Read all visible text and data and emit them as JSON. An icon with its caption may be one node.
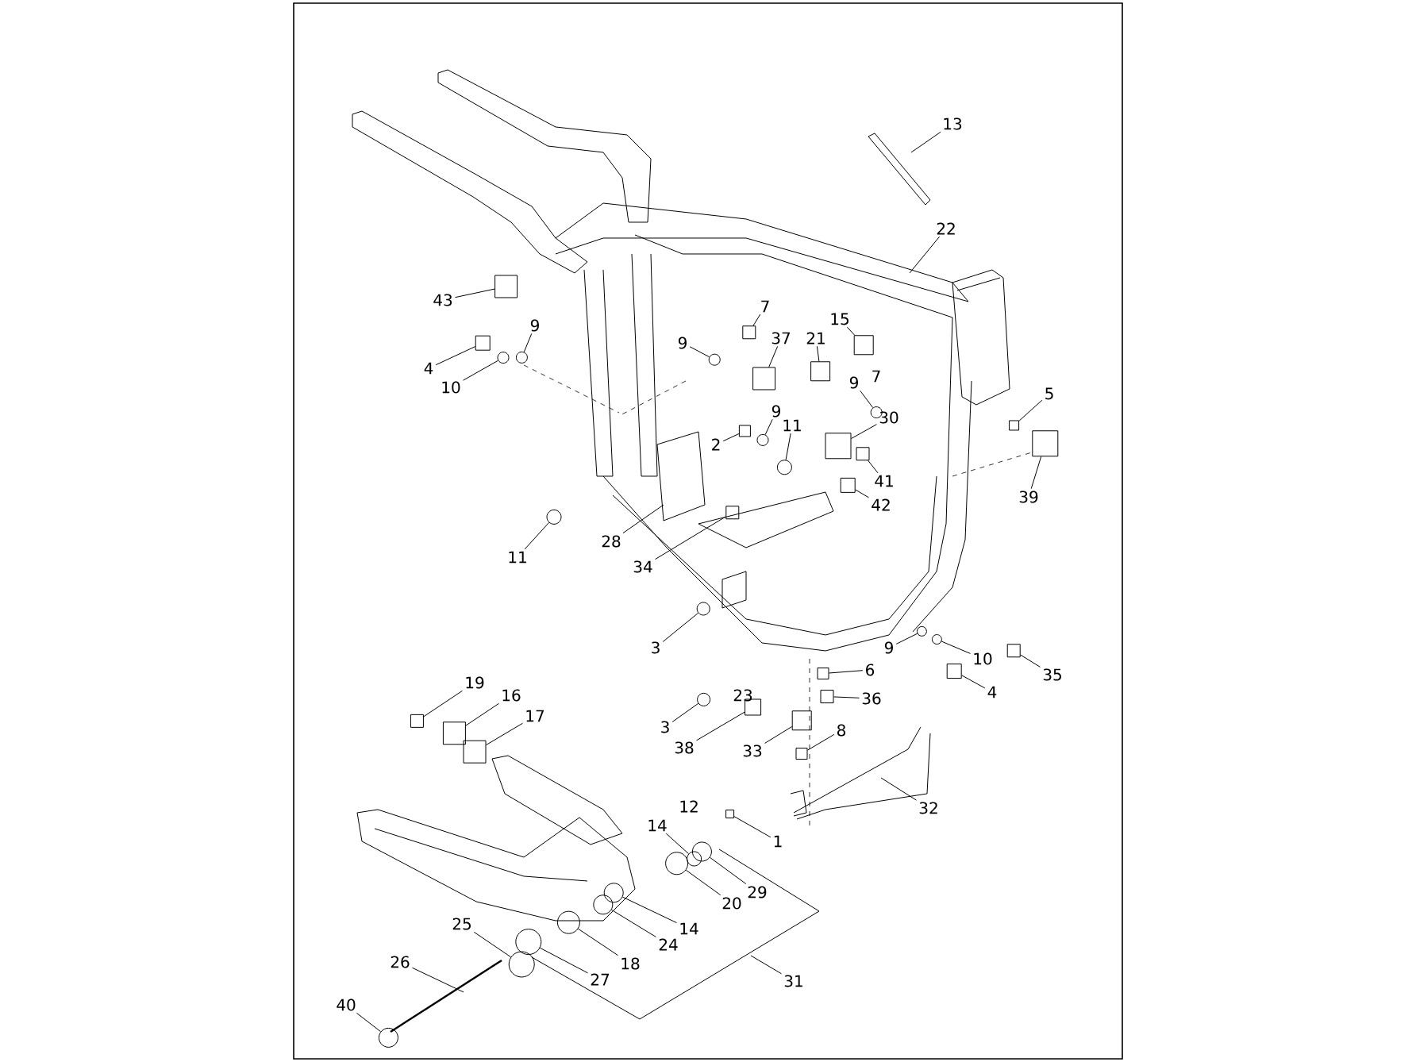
{
  "diagram": {
    "nodes": [
      {
        "text": [
          "13"
        ]
      },
      {
        "text": [
          "22"
        ]
      },
      {
        "text": [
          "43"
        ]
      },
      {
        "text": [
          "9"
        ]
      },
      {
        "text": [
          "7"
        ]
      },
      {
        "text": [
          "15"
        ]
      },
      {
        "text": [
          "37"
        ]
      },
      {
        "text": [
          "21"
        ]
      },
      {
        "text": [
          "4"
        ]
      },
      {
        "text": [
          "9"
        ]
      },
      {
        "text": [
          "7"
        ]
      },
      {
        "text": [
          "9"
        ]
      },
      {
        "text": [
          "10"
        ]
      },
      {
        "text": [
          "5"
        ]
      },
      {
        "text": [
          "9"
        ]
      },
      {
        "text": [
          "30"
        ]
      },
      {
        "text": [
          "11"
        ]
      },
      {
        "text": [
          "2"
        ]
      },
      {
        "text": [
          "41"
        ]
      },
      {
        "text": [
          "39"
        ]
      },
      {
        "text": [
          "42"
        ]
      },
      {
        "text": [
          "28"
        ]
      },
      {
        "text": [
          "11"
        ]
      },
      {
        "text": [
          "34"
        ]
      },
      {
        "text": [
          "3"
        ]
      },
      {
        "text": [
          "9"
        ]
      },
      {
        "text": [
          "10"
        ]
      },
      {
        "text": [
          "6"
        ]
      },
      {
        "text": [
          "35"
        ]
      },
      {
        "text": [
          "4"
        ]
      },
      {
        "text": [
          "19"
        ]
      },
      {
        "text": [
          "23"
        ]
      },
      {
        "text": [
          "16"
        ]
      },
      {
        "text": [
          "36"
        ]
      },
      {
        "text": [
          "3"
        ]
      },
      {
        "text": [
          "17"
        ]
      },
      {
        "text": [
          "8"
        ]
      },
      {
        "text": [
          "38"
        ]
      },
      {
        "text": [
          "33"
        ]
      },
      {
        "text": [
          "12"
        ]
      },
      {
        "text": [
          "32"
        ]
      },
      {
        "text": [
          "14"
        ]
      },
      {
        "text": [
          "1"
        ]
      },
      {
        "text": [
          "29"
        ]
      },
      {
        "text": [
          "20"
        ]
      },
      {
        "text": [
          "14"
        ]
      },
      {
        "text": [
          "24"
        ]
      },
      {
        "text": [
          "18"
        ]
      },
      {
        "text": [
          "25"
        ]
      },
      {
        "text": [
          "27"
        ]
      },
      {
        "text": [
          "26"
        ]
      },
      {
        "text": [
          "31"
        ]
      },
      {
        "text": [
          "40"
        ]
      },
      {
        "text": [],
        "shape": "box"
      },
      {
        "text": [],
        "shape": "circle"
      },
      {
        "text": [],
        "shape": "box"
      },
      {
        "text": [],
        "shape": "box"
      },
      {
        "text": [],
        "shape": "box"
      },
      {
        "text": [],
        "shape": "box"
      },
      {
        "text": [],
        "shape": "box"
      },
      {
        "text": [],
        "shape": "circle"
      },
      {
        "text": [],
        "shape": "circle"
      },
      {
        "text": [],
        "shape": "circle"
      },
      {
        "text": [],
        "shape": "box"
      },
      {
        "text": [],
        "shape": "circle"
      },
      {
        "text": [],
        "shape": "box"
      },
      {
        "text": [],
        "shape": "circle"
      },
      {
        "text": [],
        "shape": "box"
      },
      {
        "text": [],
        "shape": "box"
      },
      {
        "text": [],
        "shape": "box"
      },
      {
        "text": [],
        "shape": "box"
      },
      {
        "text": [],
        "shape": "circle"
      },
      {
        "text": [],
        "shape": "box"
      },
      {
        "text": [],
        "shape": "circle"
      },
      {
        "text": [],
        "shape": "circle"
      },
      {
        "text": [],
        "shape": "circle"
      },
      {
        "text": [],
        "shape": "box"
      },
      {
        "text": [],
        "shape": "box"
      },
      {
        "text": [],
        "shape": "box"
      },
      {
        "text": [],
        "shape": "box"
      },
      {
        "text": [],
        "shape": "box"
      },
      {
        "text": [],
        "shape": "box"
      },
      {
        "text": [],
        "shape": "circle"
      },
      {
        "text": [],
        "shape": "box"
      },
      {
        "text": [],
        "shape": "box"
      },
      {
        "text": [],
        "shape": "box"
      },
      {
        "text": [],
        "shape": "box"
      },
      {
        "text": [],
        "shape": "circle"
      },
      {
        "text": [],
        "shape": "box"
      },
      {
        "text": [],
        "shape": "circle"
      },
      {
        "text": [],
        "shape": "circle"
      },
      {
        "text": [],
        "shape": "circle"
      },
      {
        "text": [],
        "shape": "circle"
      },
      {
        "text": [],
        "shape": "circle"
      },
      {
        "text": [],
        "shape": "circle"
      },
      {
        "text": [],
        "shape": "circle"
      },
      {
        "text": [],
        "shape": "circle"
      }
    ],
    "edges": [
      {
        "from": 0,
        "to": null,
        "arrow": "none"
      },
      {
        "from": 1,
        "to": null,
        "arrow": "none"
      },
      {
        "from": 2,
        "to": 53,
        "arrow": "none"
      },
      {
        "from": 3,
        "to": 54,
        "arrow": "none"
      },
      {
        "from": 4,
        "to": 55,
        "arrow": "none"
      },
      {
        "from": 5,
        "to": 56,
        "arrow": "none"
      },
      {
        "from": 6,
        "to": 57,
        "arrow": "none"
      },
      {
        "from": 7,
        "to": 58,
        "arrow": "none"
      },
      {
        "from": 8,
        "to": 59,
        "arrow": "none"
      },
      {
        "from": 9,
        "to": 60,
        "arrow": "none"
      },
      {
        "from": 11,
        "to": 61,
        "arrow": "none"
      },
      {
        "from": 12,
        "to": 62,
        "arrow": "none"
      },
      {
        "from": 13,
        "to": 63,
        "arrow": "none"
      },
      {
        "from": 14,
        "to": 64,
        "arrow": "none"
      },
      {
        "from": 15,
        "to": 65,
        "arrow": "none"
      },
      {
        "from": 16,
        "to": 66,
        "arrow": "none"
      },
      {
        "from": 17,
        "to": 67,
        "arrow": "none"
      },
      {
        "from": 18,
        "to": 68,
        "arrow": "none"
      },
      {
        "from": 19,
        "to": 69,
        "arrow": "none"
      },
      {
        "from": 20,
        "to": 70,
        "arrow": "none"
      },
      {
        "from": 21,
        "to": null,
        "arrow": "none"
      },
      {
        "from": 22,
        "to": 71,
        "arrow": "none"
      },
      {
        "from": 23,
        "to": 72,
        "arrow": "none"
      },
      {
        "from": 24,
        "to": 73,
        "arrow": "none"
      },
      {
        "from": 25,
        "to": 74,
        "arrow": "none"
      },
      {
        "from": 26,
        "to": 75,
        "arrow": "none"
      },
      {
        "from": 27,
        "to": 76,
        "arrow": "none"
      },
      {
        "from": 28,
        "to": 77,
        "arrow": "none"
      },
      {
        "from": 29,
        "to": 78,
        "arrow": "none"
      },
      {
        "from": 30,
        "to": 79,
        "arrow": "none"
      },
      {
        "from": 32,
        "to": 80,
        "arrow": "none"
      },
      {
        "from": 33,
        "to": 81,
        "arrow": "none"
      },
      {
        "from": 34,
        "to": 82,
        "arrow": "none"
      },
      {
        "from": 35,
        "to": 83,
        "arrow": "none"
      },
      {
        "from": 36,
        "to": 84,
        "arrow": "none"
      },
      {
        "from": 37,
        "to": 85,
        "arrow": "none"
      },
      {
        "from": 38,
        "to": 86,
        "arrow": "none"
      },
      {
        "from": 40,
        "to": null,
        "arrow": "none"
      },
      {
        "from": 41,
        "to": 87,
        "arrow": "none"
      },
      {
        "from": 42,
        "to": 88,
        "arrow": "none"
      },
      {
        "from": 43,
        "to": 89,
        "arrow": "none"
      },
      {
        "from": 44,
        "to": 90,
        "arrow": "none"
      },
      {
        "from": 45,
        "to": 91,
        "arrow": "none"
      },
      {
        "from": 46,
        "to": 92,
        "arrow": "none"
      },
      {
        "from": 47,
        "to": 93,
        "arrow": "none"
      },
      {
        "from": 48,
        "to": 94,
        "arrow": "none"
      },
      {
        "from": 49,
        "to": 95,
        "arrow": "none"
      },
      {
        "from": 50,
        "to": null,
        "arrow": "none"
      },
      {
        "from": 51,
        "to": null,
        "arrow": "none"
      },
      {
        "from": 52,
        "to": 96,
        "arrow": "none"
      }
    ]
  }
}
